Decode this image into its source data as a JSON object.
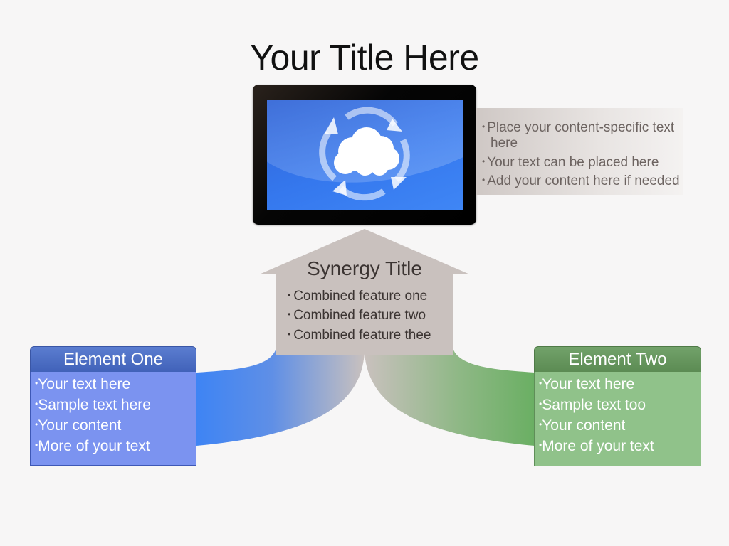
{
  "title": "Your Title Here",
  "tablet": {
    "icon": "cloud-sync-icon"
  },
  "callout": {
    "items": [
      {
        "line1": "Place your content-specific text",
        "line2": "here"
      },
      {
        "line1": "Your text can be placed here"
      },
      {
        "line1": "Add your content here if needed"
      }
    ]
  },
  "synergy": {
    "title": "Synergy Title",
    "items": [
      "Combined feature one",
      "Combined feature two",
      "Combined feature thee"
    ]
  },
  "elements": [
    {
      "title": "Element One",
      "items": [
        "Your text here",
        "Sample text here",
        "Your content",
        "More of your text"
      ],
      "color": "#7b93f0",
      "header_color": "#4a6cc2"
    },
    {
      "title": "Element Two",
      "items": [
        "Your text here",
        "Sample text too",
        "Your content",
        "More of your text"
      ],
      "color": "#90c28a",
      "header_color": "#64925b"
    }
  ],
  "colors": {
    "background": "#f7f6f6",
    "arrow": "#c9c1be",
    "screen_blue": "#3578ee",
    "left_flow": "#3f86f5",
    "right_flow": "#6db066"
  },
  "bullet": "•"
}
